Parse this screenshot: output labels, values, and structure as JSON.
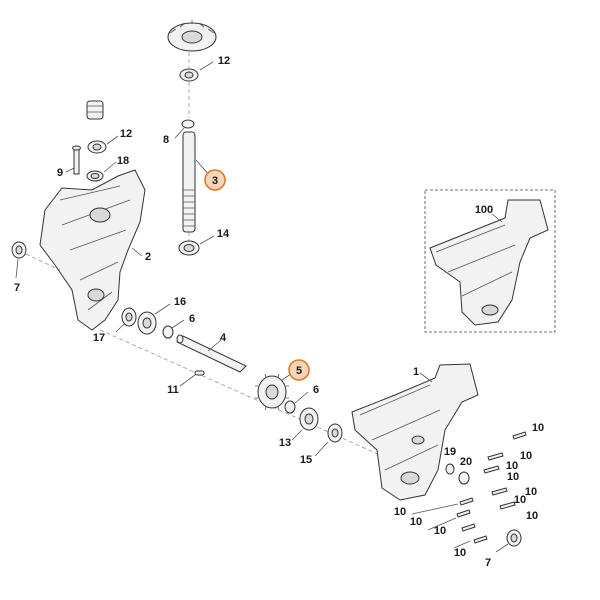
{
  "diagram": {
    "title": "Gearbox exploded parts diagram",
    "highlight_color": "#e07a28",
    "callouts": [
      {
        "id": "c12a",
        "label": "12",
        "highlighted": false
      },
      {
        "id": "c12b",
        "label": "12",
        "highlighted": false
      },
      {
        "id": "c8",
        "label": "8",
        "highlighted": false
      },
      {
        "id": "c3",
        "label": "3",
        "highlighted": true
      },
      {
        "id": "c9",
        "label": "9",
        "highlighted": false
      },
      {
        "id": "c18",
        "label": "18",
        "highlighted": false
      },
      {
        "id": "c14",
        "label": "14",
        "highlighted": false
      },
      {
        "id": "c2",
        "label": "2",
        "highlighted": false
      },
      {
        "id": "c7a",
        "label": "7",
        "highlighted": false
      },
      {
        "id": "c16",
        "label": "16",
        "highlighted": false
      },
      {
        "id": "c6a",
        "label": "6",
        "highlighted": false
      },
      {
        "id": "c17",
        "label": "17",
        "highlighted": false
      },
      {
        "id": "c4",
        "label": "4",
        "highlighted": false
      },
      {
        "id": "c5",
        "label": "5",
        "highlighted": true
      },
      {
        "id": "c11",
        "label": "11",
        "highlighted": false
      },
      {
        "id": "c6b",
        "label": "6",
        "highlighted": false
      },
      {
        "id": "c13",
        "label": "13",
        "highlighted": false
      },
      {
        "id": "c15",
        "label": "15",
        "highlighted": false
      },
      {
        "id": "c100",
        "label": "100",
        "highlighted": false
      },
      {
        "id": "c1",
        "label": "1",
        "highlighted": false
      },
      {
        "id": "c10a",
        "label": "10",
        "highlighted": false
      },
      {
        "id": "c19",
        "label": "19",
        "highlighted": false
      },
      {
        "id": "c20",
        "label": "20",
        "highlighted": false
      },
      {
        "id": "c10b",
        "label": "10",
        "highlighted": false
      },
      {
        "id": "c10c",
        "label": "10",
        "highlighted": false
      },
      {
        "id": "c10d",
        "label": "10",
        "highlighted": false
      },
      {
        "id": "c10e",
        "label": "10",
        "highlighted": false
      },
      {
        "id": "c10f",
        "label": "10",
        "highlighted": false
      },
      {
        "id": "c10g",
        "label": "10",
        "highlighted": false
      },
      {
        "id": "c10h",
        "label": "10",
        "highlighted": false
      },
      {
        "id": "c10i",
        "label": "10",
        "highlighted": false
      },
      {
        "id": "c10j",
        "label": "10",
        "highlighted": false
      },
      {
        "id": "c10k",
        "label": "10",
        "highlighted": false
      },
      {
        "id": "c7b",
        "label": "7",
        "highlighted": false
      }
    ]
  }
}
